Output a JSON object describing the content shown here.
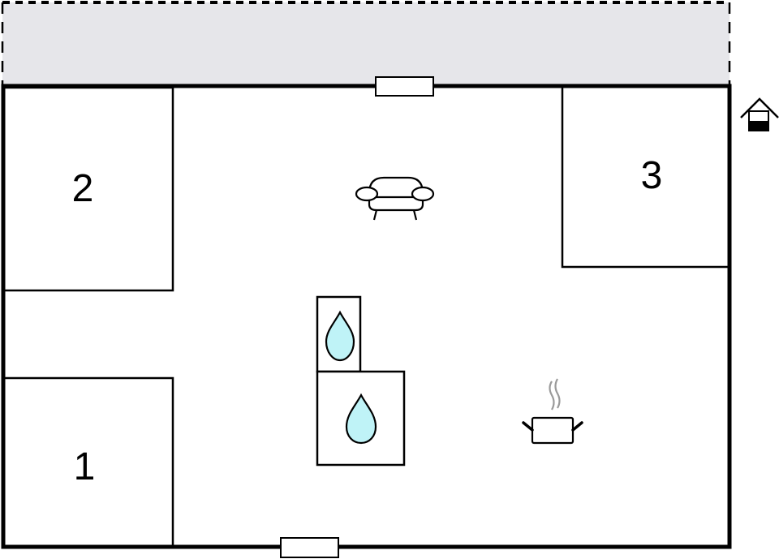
{
  "floorplan": {
    "terrace": {
      "fill": "#e6e6ea",
      "border": "dashed"
    },
    "rooms": [
      {
        "id": "room-1",
        "label": "1"
      },
      {
        "id": "room-2",
        "label": "2"
      },
      {
        "id": "room-3",
        "label": "3"
      }
    ],
    "icons": {
      "sofa": "sofa-icon",
      "toilet": "water-drop-icon",
      "shower": "water-drop-icon",
      "kitchen": "cooking-pot-icon",
      "entrance": "house-icon"
    },
    "colors": {
      "wall": "#000000",
      "water": "#bff3f7",
      "steam": "#9a9a9a",
      "terrace": "#e6e6ea"
    }
  }
}
